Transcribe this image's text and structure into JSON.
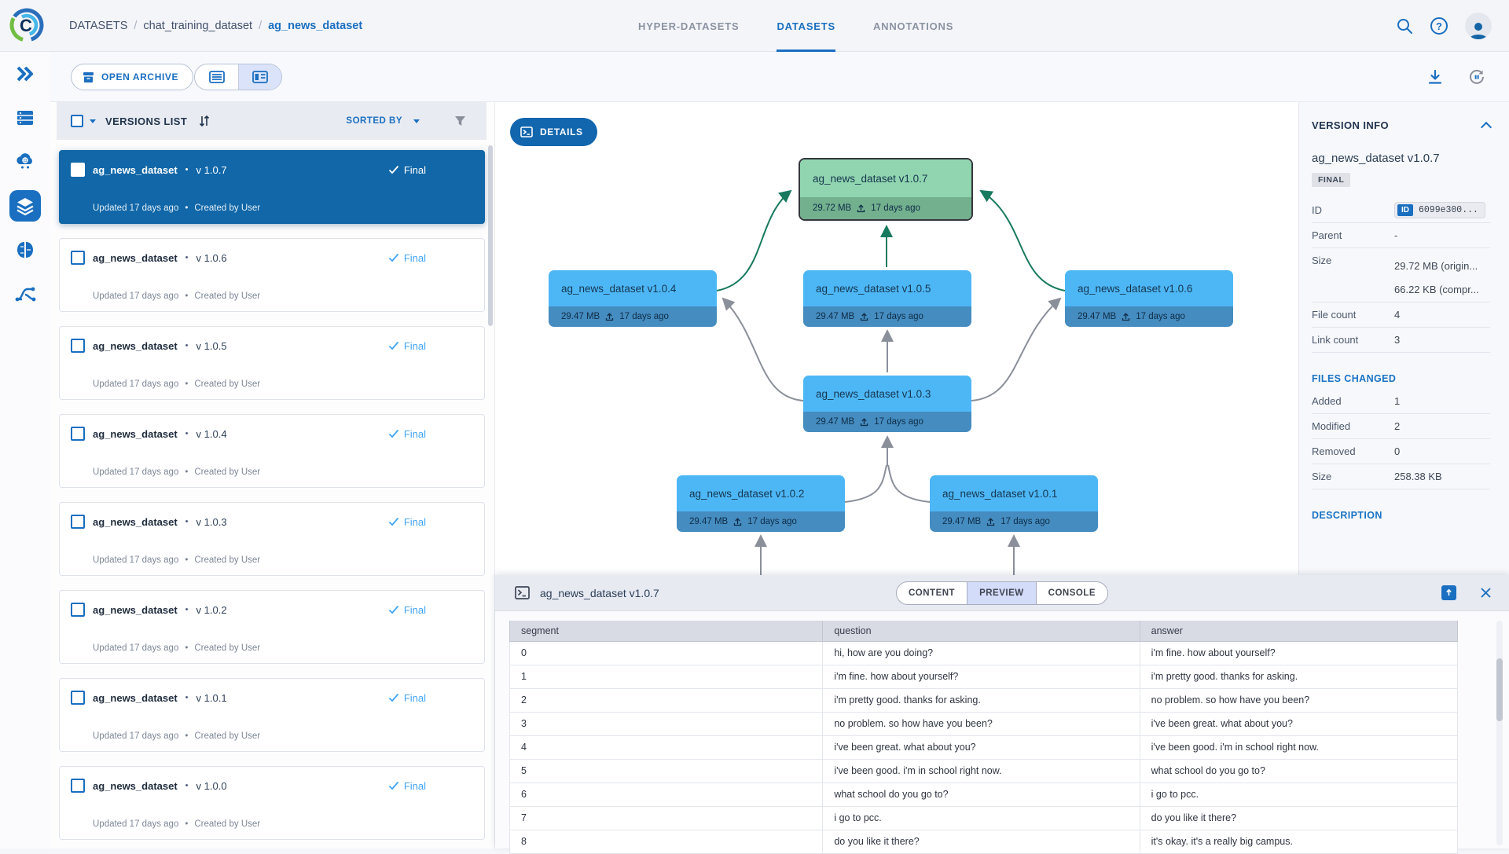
{
  "ui": {
    "dot": "•",
    "slash": "/",
    "question_mark": "?",
    "logo_letter": "C"
  },
  "colors": {
    "accent_blue": "#1a6fc0",
    "selected_row_blue": "#1167a8",
    "node_blue": "#4db7f6",
    "node_blue_strip": "#458cc0",
    "node_green": "#90d5af",
    "node_green_strip": "#72b08e",
    "edge_gray": "#8a8f99",
    "edge_green": "#17795e"
  },
  "topbar": {
    "crumb1": "DATASETS",
    "crumb2": "chat_training_dataset",
    "crumb3": "ag_news_dataset",
    "tab_hyper": "HYPER-DATASETS",
    "tab_datasets": "DATASETS",
    "tab_annotations": "ANNOTATIONS"
  },
  "toolbar": {
    "open_archive": "OPEN ARCHIVE"
  },
  "versions": {
    "title": "VERSIONS LIST",
    "sorted_by": "SORTED BY",
    "items": [
      {
        "name": "ag_news_dataset",
        "version": "v 1.0.7",
        "status": "Final",
        "updated": "Updated 17 days ago",
        "created": "Created by User"
      },
      {
        "name": "ag_news_dataset",
        "version": "v 1.0.6",
        "status": "Final",
        "updated": "Updated 17 days ago",
        "created": "Created by User"
      },
      {
        "name": "ag_news_dataset",
        "version": "v 1.0.5",
        "status": "Final",
        "updated": "Updated 17 days ago",
        "created": "Created by User"
      },
      {
        "name": "ag_news_dataset",
        "version": "v 1.0.4",
        "status": "Final",
        "updated": "Updated 17 days ago",
        "created": "Created by User"
      },
      {
        "name": "ag_news_dataset",
        "version": "v 1.0.3",
        "status": "Final",
        "updated": "Updated 17 days ago",
        "created": "Created by User"
      },
      {
        "name": "ag_news_dataset",
        "version": "v 1.0.2",
        "status": "Final",
        "updated": "Updated 17 days ago",
        "created": "Created by User"
      },
      {
        "name": "ag_news_dataset",
        "version": "v 1.0.1",
        "status": "Final",
        "updated": "Updated 17 days ago",
        "created": "Created by User"
      },
      {
        "name": "ag_news_dataset",
        "version": "v 1.0.0",
        "status": "Final",
        "updated": "Updated 17 days ago",
        "created": "Created by User"
      }
    ]
  },
  "graph": {
    "details": "DETAILS",
    "nodes": [
      {
        "title": "ag_news_dataset v1.0.7",
        "size": "29.72 MB",
        "age": "17 days ago"
      },
      {
        "title": "ag_news_dataset v1.0.4",
        "size": "29.47 MB",
        "age": "17 days ago"
      },
      {
        "title": "ag_news_dataset v1.0.5",
        "size": "29.47 MB",
        "age": "17 days ago"
      },
      {
        "title": "ag_news_dataset v1.0.6",
        "size": "29.47 MB",
        "age": "17 days ago"
      },
      {
        "title": "ag_news_dataset v1.0.3",
        "size": "29.47 MB",
        "age": "17 days ago"
      },
      {
        "title": "ag_news_dataset v1.0.2",
        "size": "29.47 MB",
        "age": "17 days ago"
      },
      {
        "title": "ag_news_dataset v1.0.1",
        "size": "29.47 MB",
        "age": "17 days ago"
      }
    ]
  },
  "info": {
    "title": "VERSION INFO",
    "name": "ag_news_dataset v1.0.7",
    "badge": "FINAL",
    "id_label": "ID",
    "id_chip": "ID",
    "id_value": "6099e300...",
    "parent_label": "Parent",
    "parent_value": "-",
    "size_label": "Size",
    "size_value1": "29.72 MB (origin...",
    "size_value2": "66.22 KB (compr...",
    "file_count_label": "File count",
    "file_count": "4",
    "link_count_label": "Link count",
    "link_count": "3",
    "files_changed_title": "FILES CHANGED",
    "added_label": "Added",
    "added": "1",
    "modified_label": "Modified",
    "modified": "2",
    "removed_label": "Removed",
    "removed": "0",
    "fc_size_label": "Size",
    "fc_size": "258.38 KB",
    "description_title": "DESCRIPTION"
  },
  "preview": {
    "title": "ag_news_dataset v1.0.7",
    "tab_content": "CONTENT",
    "tab_preview": "PREVIEW",
    "tab_console": "CONSOLE",
    "table": {
      "headers": [
        "segment",
        "question",
        "answer"
      ],
      "rows": [
        [
          "0",
          "hi, how are you doing?",
          "i'm fine. how about yourself?"
        ],
        [
          "1",
          "i'm fine. how about yourself?",
          "i'm pretty good. thanks for asking."
        ],
        [
          "2",
          "i'm pretty good. thanks for asking.",
          "no problem. so how have you been?"
        ],
        [
          "3",
          "no problem. so how have you been?",
          "i've been great. what about you?"
        ],
        [
          "4",
          "i've been great. what about you?",
          "i've been good. i'm in school right now."
        ],
        [
          "5",
          "i've been good. i'm in school right now.",
          "what school do you go to?"
        ],
        [
          "6",
          "what school do you go to?",
          "i go to pcc."
        ],
        [
          "7",
          "i go to pcc.",
          "do you like it there?"
        ],
        [
          "8",
          "do you like it there?",
          "it's okay. it's a really big campus."
        ]
      ]
    }
  }
}
